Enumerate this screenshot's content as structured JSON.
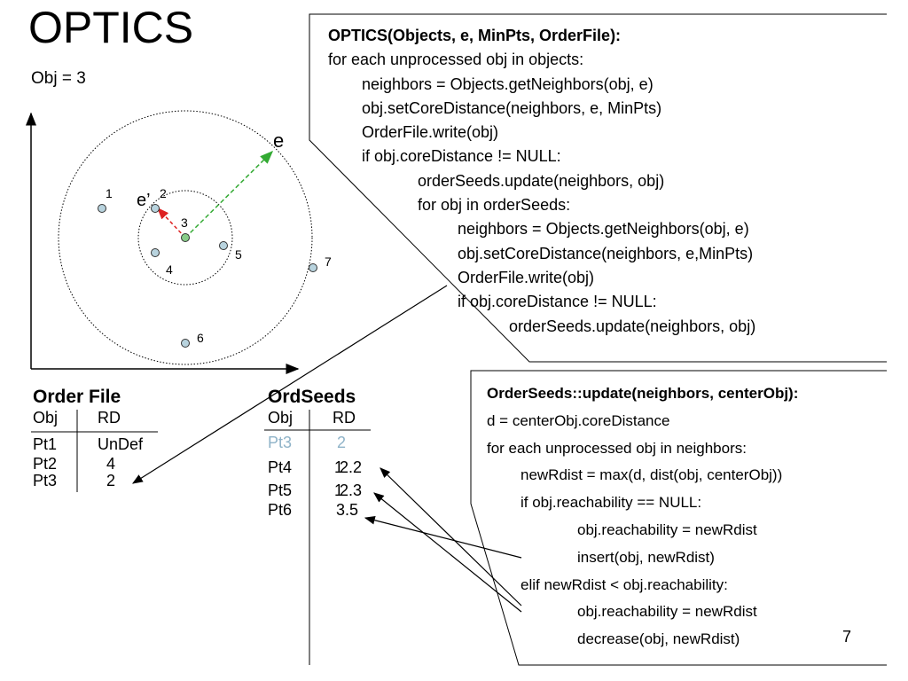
{
  "title": "OPTICS",
  "obj_counter": "Obj = 3",
  "diagram": {
    "points": [
      {
        "label": "1"
      },
      {
        "label": "2"
      },
      {
        "label": "3"
      },
      {
        "label": "4"
      },
      {
        "label": "5"
      },
      {
        "label": "6"
      },
      {
        "label": "7"
      }
    ],
    "eps_label": "e",
    "eps_prime_label": "e’",
    "colors": {
      "eps_arrow": "#33aa33",
      "core_arrow": "#dd2222",
      "point_fill": "#b8d3de",
      "core_point_fill": "#88cc88"
    }
  },
  "optics_box": {
    "lines": [
      "OPTICS(Objects, e, MinPts, OrderFile):",
      "for each unprocessed obj in objects:",
      "neighbors = Objects.getNeighbors(obj, e)",
      "obj.setCoreDistance(neighbors, e, MinPts)",
      "OrderFile.write(obj)",
      "if obj.coreDistance != NULL:",
      "orderSeeds.update(neighbors, obj)",
      "for obj in orderSeeds:",
      "neighbors = Objects.getNeighbors(obj, e)",
      "obj.setCoreDistance(neighbors, e,MinPts)",
      "OrderFile.write(obj)",
      "if obj.coreDistance != NULL:",
      "orderSeeds.update(neighbors, obj)"
    ]
  },
  "update_box": {
    "lines": [
      "OrderSeeds::update(neighbors, centerObj):",
      "d = centerObj.coreDistance",
      "for each unprocessed obj in neighbors:",
      "newRdist = max(d, dist(obj, centerObj))",
      "if obj.reachability == NULL:",
      "obj.reachability = newRdist",
      "insert(obj, newRdist)",
      "elif newRdist < obj.reachability:",
      "obj.reachability = newRdist",
      "decrease(obj, newRdist)"
    ]
  },
  "order_file": {
    "title": "Order File",
    "columns": [
      "Obj",
      "RD"
    ],
    "rows": [
      {
        "obj": "Pt1",
        "rd": "UnDef"
      },
      {
        "obj": "Pt2",
        "rd": "4"
      },
      {
        "obj": "Pt3",
        "rd": "2"
      }
    ]
  },
  "ord_seeds": {
    "title": "OrdSeeds",
    "columns": [
      "Obj",
      "RD"
    ],
    "rows": [
      {
        "obj": "Pt3",
        "rd": "2",
        "faded": true
      },
      {
        "obj": "Pt4",
        "rd": "1",
        "rd_new": "2.2"
      },
      {
        "obj": "Pt5",
        "rd": "1",
        "rd_new": "2.3"
      },
      {
        "obj": "Pt6",
        "rd": "3.5"
      }
    ]
  },
  "slide_number": "7"
}
